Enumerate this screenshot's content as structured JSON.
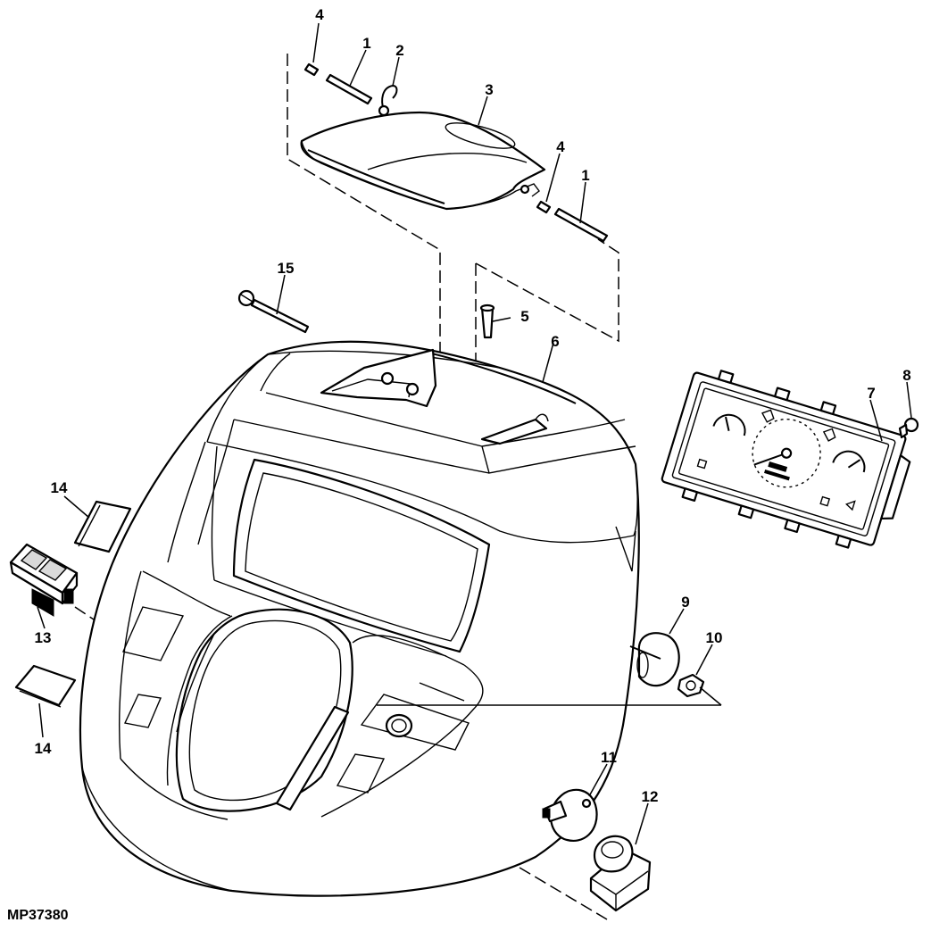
{
  "figure_id": "MP37380",
  "callouts": [
    {
      "key": "c4a",
      "label": "4"
    },
    {
      "key": "c1a",
      "label": "1"
    },
    {
      "key": "c2",
      "label": "2"
    },
    {
      "key": "c3",
      "label": "3"
    },
    {
      "key": "c4b",
      "label": "4"
    },
    {
      "key": "c1b",
      "label": "1"
    },
    {
      "key": "c15",
      "label": "15"
    },
    {
      "key": "c5",
      "label": "5"
    },
    {
      "key": "c6",
      "label": "6"
    },
    {
      "key": "c7",
      "label": "7"
    },
    {
      "key": "c8",
      "label": "8"
    },
    {
      "key": "c14a",
      "label": "14"
    },
    {
      "key": "c13",
      "label": "13"
    },
    {
      "key": "c14b",
      "label": "14"
    },
    {
      "key": "c9",
      "label": "9"
    },
    {
      "key": "c10",
      "label": "10"
    },
    {
      "key": "c11",
      "label": "11"
    },
    {
      "key": "c12",
      "label": "12"
    }
  ],
  "colors": {
    "line": "#000000",
    "background": "#ffffff",
    "shade": "#d9d9d9"
  }
}
